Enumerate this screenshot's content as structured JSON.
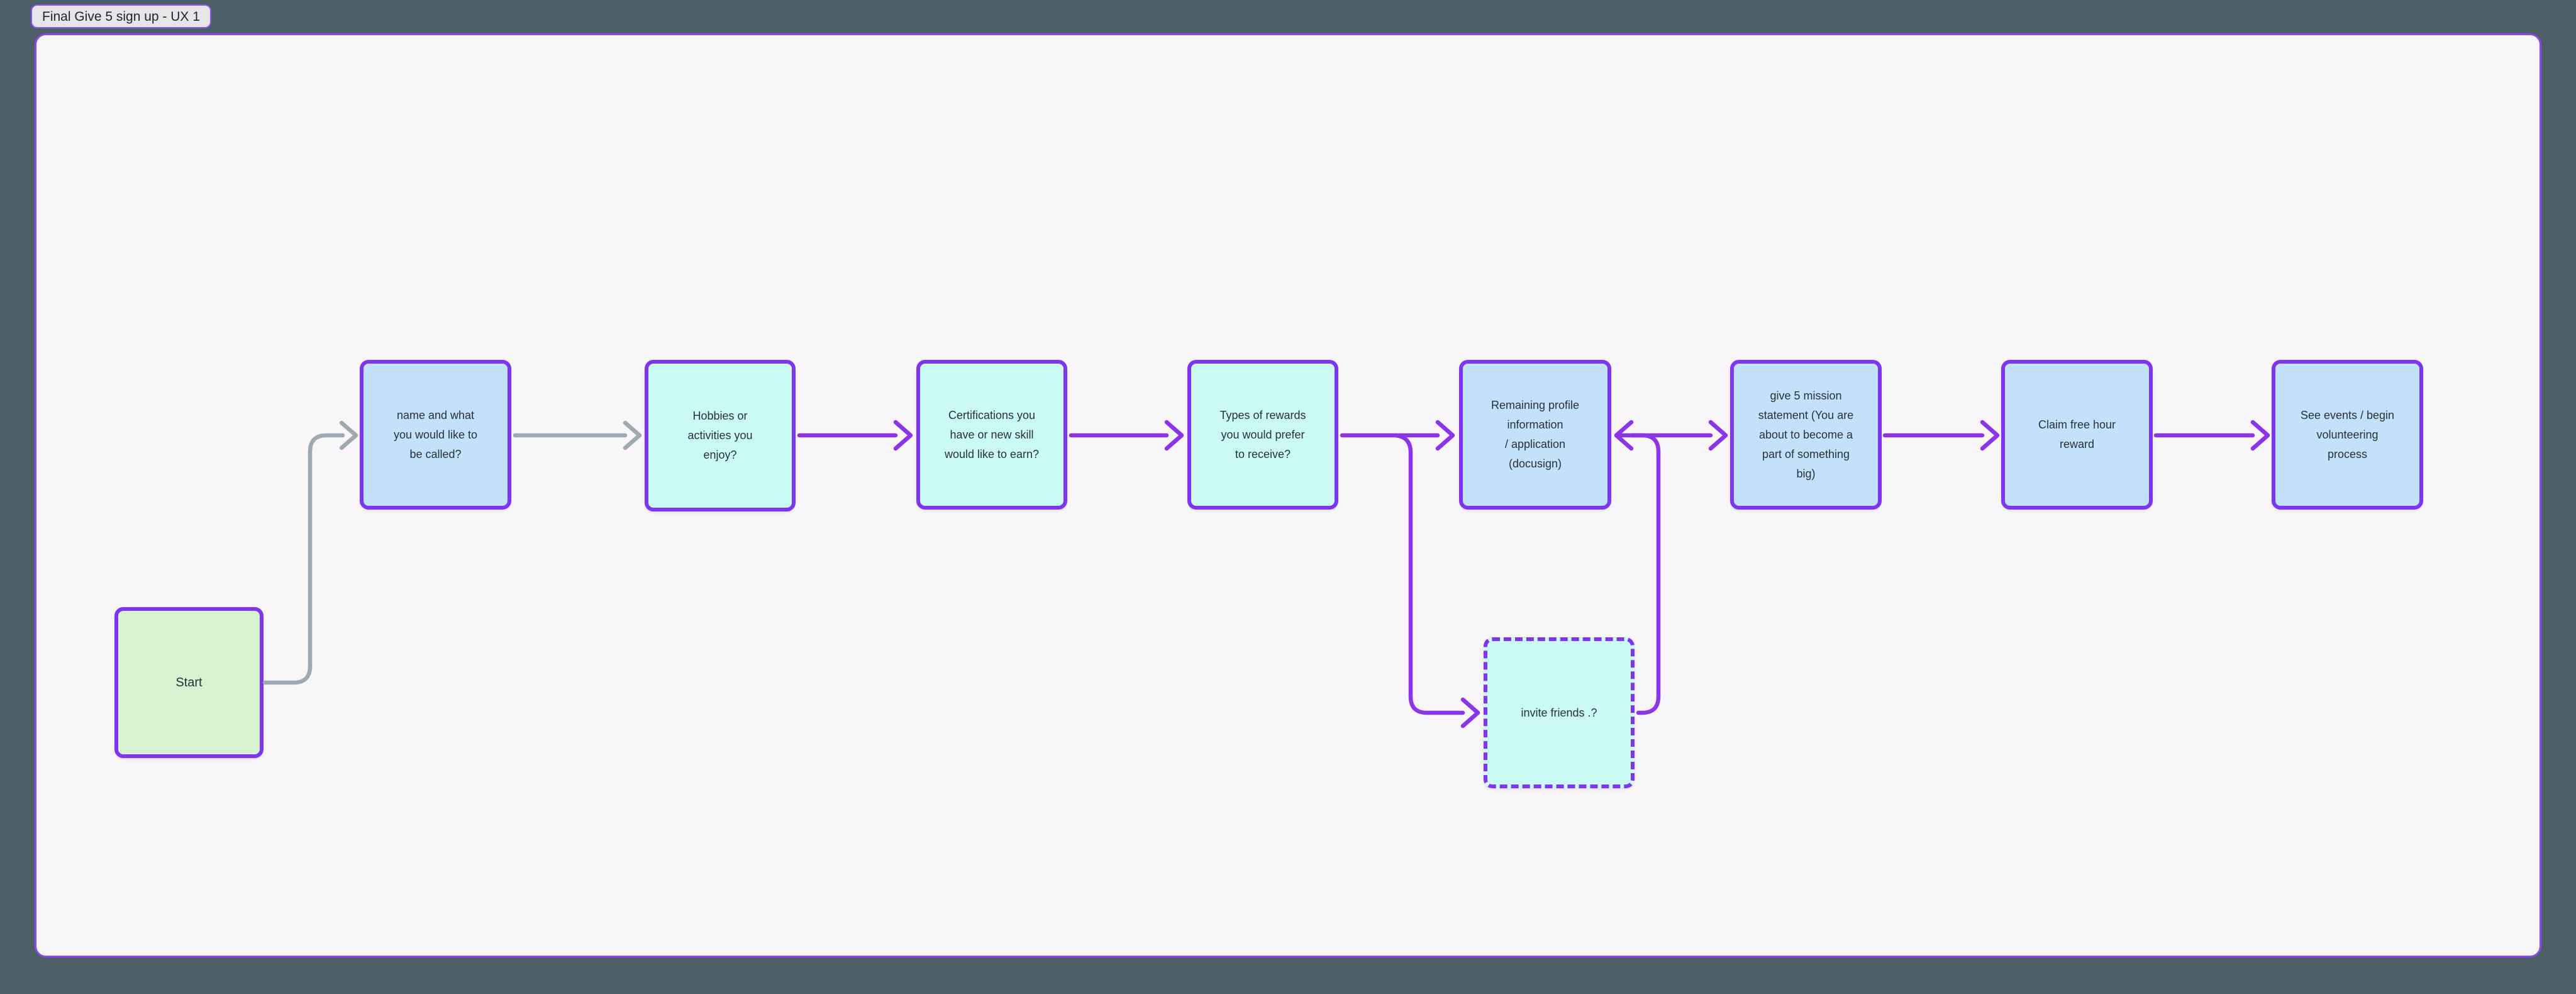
{
  "frame": {
    "title": "Final Give 5 sign up - UX 1"
  },
  "flowchart": {
    "nodes": [
      {
        "id": "start",
        "label": "Start",
        "fill": "green",
        "border": "solid"
      },
      {
        "id": "name",
        "label": "name and what\nyou would like to\nbe  called?",
        "fill": "blue",
        "border": "solid"
      },
      {
        "id": "hobbies",
        "label": "Hobbies or\nactivities you\nenjoy?",
        "fill": "cyan",
        "border": "solid"
      },
      {
        "id": "certifications",
        "label": "Certifications you\nhave or new skill\nwould like to earn?",
        "fill": "cyan",
        "border": "solid"
      },
      {
        "id": "rewards",
        "label": "Types of rewards\nyou would prefer\nto receive?",
        "fill": "cyan",
        "border": "solid"
      },
      {
        "id": "profile",
        "label": "Remaining profile\ninformation\n/ application\n(docusign)",
        "fill": "blue",
        "border": "solid"
      },
      {
        "id": "invite",
        "label": "invite friends .?",
        "fill": "cyan",
        "border": "dashed"
      },
      {
        "id": "mission",
        "label": "give 5 mission\nstatement (You are\nabout to become a\npart of something\nbig)",
        "fill": "blue",
        "border": "solid"
      },
      {
        "id": "claim",
        "label": "Claim free hour\nreward",
        "fill": "blue",
        "border": "solid"
      },
      {
        "id": "events",
        "label": "See events / begin\nvolunteering\nprocess",
        "fill": "blue",
        "border": "solid"
      }
    ],
    "edges": [
      {
        "from": "start",
        "to": "name",
        "color": "grey"
      },
      {
        "from": "name",
        "to": "hobbies",
        "color": "grey"
      },
      {
        "from": "hobbies",
        "to": "certifications",
        "color": "purple"
      },
      {
        "from": "certifications",
        "to": "rewards",
        "color": "purple"
      },
      {
        "from": "rewards",
        "to": "profile",
        "color": "purple"
      },
      {
        "from": "rewards",
        "to": "invite",
        "color": "purple"
      },
      {
        "from": "invite",
        "to": "profile",
        "color": "purple"
      },
      {
        "from": "profile",
        "to": "mission",
        "color": "purple"
      },
      {
        "from": "mission",
        "to": "claim",
        "color": "purple"
      },
      {
        "from": "claim",
        "to": "events",
        "color": "purple"
      }
    ]
  },
  "colors": {
    "outer_background": "#4c5e66",
    "frame_background": "#f8f6f8",
    "frame_border": "#8a47f0",
    "node_border": "#7d35ef",
    "node_fill_green": "#d6f2d0",
    "node_fill_blue": "#c3e1fb",
    "node_fill_cyan": "#cbfaf4",
    "edge_purple": "#8b34e9",
    "edge_grey": "#9fa9af",
    "text": "#27313a",
    "title_pill_background": "#e6e5e8"
  }
}
